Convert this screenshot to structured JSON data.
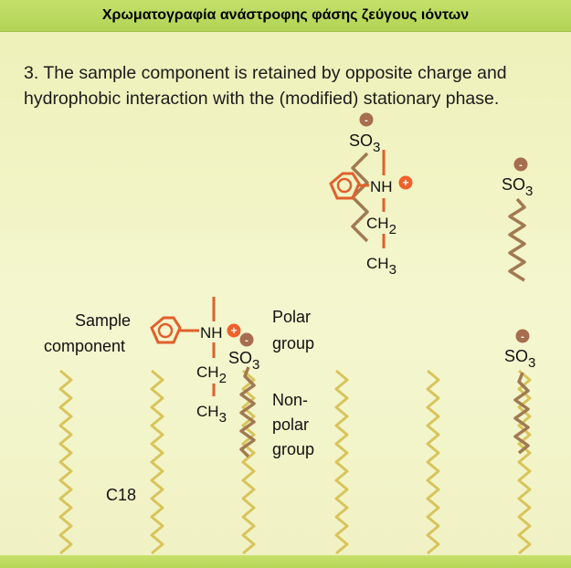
{
  "title": "Χρωματογραφία ανάστροφης φάσης ζεύγους ιόντων",
  "step_text": "3. The sample component is retained by opposite charge and hydrophobic interaction with the (modified) stationary phase.",
  "labels": {
    "sample_component_line1": "Sample",
    "sample_component_line2": "component",
    "polar_group_line1": "Polar",
    "polar_group_line2": "group",
    "nonpolar_line1": "Non-",
    "nonpolar_line2": "polar",
    "nonpolar_line3": "group",
    "c18": "C18"
  },
  "chem": {
    "so3": "SO3",
    "nh": "NH",
    "ch2": "CH2",
    "ch3": "CH3",
    "minus": "-",
    "plus": "+"
  },
  "colors": {
    "titlebar": "#b8d85c",
    "background": "#f2f4c6",
    "chain": "#d8c45a",
    "ion_chain": "#a07a52",
    "amine_line": "#e0602c",
    "anion_circle": "#a66d4e",
    "cation_circle": "#f0602a"
  }
}
